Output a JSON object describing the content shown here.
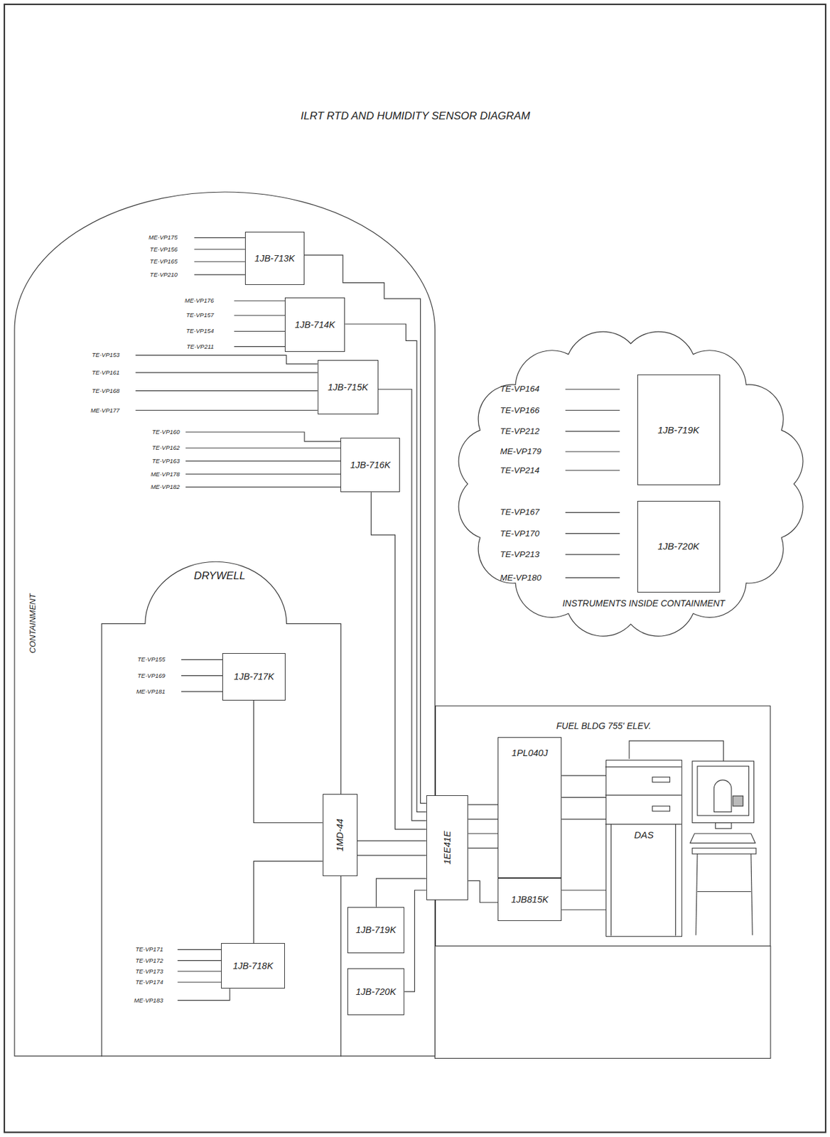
{
  "diagram": {
    "title": "ILRT RTD AND HUMIDITY SENSOR DIAGRAM",
    "nodes": [
      {
        "text": [
          "CONTAINMENT"
        ]
      },
      {
        "text": [
          "DRYWELL"
        ],
        "in": 0
      },
      {
        "text": [
          "1JB-713K"
        ],
        "in": 0
      },
      {
        "text": [
          "1JB-714K"
        ],
        "in": 0
      },
      {
        "text": [
          "1JB-715K"
        ],
        "in": 0
      },
      {
        "text": [
          "1JB-716K"
        ],
        "in": 0
      },
      {
        "text": [
          "1JB-717K"
        ],
        "in": 1
      },
      {
        "text": [
          "1JB-718K"
        ],
        "in": 1
      },
      {
        "text": [
          "1MD-44"
        ],
        "in": 0
      },
      {
        "text": [
          "1JB-719K"
        ],
        "in": 0
      },
      {
        "text": [
          "1JB-720K"
        ],
        "in": 0
      },
      {
        "text": [
          "INSTRUMENTS INSIDE CONTAINMENT"
        ]
      },
      {
        "text": [
          "1JB-719K"
        ],
        "in": 11
      },
      {
        "text": [
          "1JB-720K"
        ],
        "in": 11
      },
      {
        "text": [
          "FUEL BLDG 755' ELEV."
        ]
      },
      {
        "text": [
          "1EE41E"
        ],
        "in": 14
      },
      {
        "text": [
          "1PL040J"
        ],
        "in": 14
      },
      {
        "text": [
          "1JB815K"
        ],
        "in": 14
      },
      {
        "text": [
          "DAS"
        ],
        "in": 14
      }
    ],
    "edges": [
      {
        "from": 2,
        "to": 15,
        "arrow": "none"
      },
      {
        "from": 3,
        "to": 15,
        "arrow": "none"
      },
      {
        "from": 4,
        "to": 15,
        "arrow": "none"
      },
      {
        "from": 5,
        "to": 15,
        "arrow": "none"
      },
      {
        "from": 6,
        "to": 8,
        "arrow": "none"
      },
      {
        "from": 7,
        "to": 8,
        "arrow": "none"
      },
      {
        "from": 8,
        "to": 15,
        "arrow": "none"
      },
      {
        "from": 8,
        "to": 15,
        "arrow": "none"
      },
      {
        "from": 9,
        "to": 15,
        "arrow": "none"
      },
      {
        "from": 10,
        "to": 15,
        "arrow": "none"
      },
      {
        "from": 15,
        "to": 16,
        "arrow": "none"
      },
      {
        "from": 15,
        "to": 16,
        "arrow": "none"
      },
      {
        "from": 15,
        "to": 16,
        "arrow": "none"
      },
      {
        "from": 15,
        "to": 16,
        "arrow": "none"
      },
      {
        "from": 15,
        "to": 17,
        "arrow": "none"
      },
      {
        "from": 16,
        "to": 18,
        "arrow": "none"
      },
      {
        "from": 16,
        "to": 18,
        "arrow": "none"
      },
      {
        "from": 16,
        "to": 18,
        "arrow": "none"
      },
      {
        "from": 17,
        "to": 18,
        "arrow": "none"
      },
      {
        "from": 17,
        "to": 18,
        "arrow": "none"
      }
    ],
    "labels": [
      "ME-VP175",
      "TE-VP156",
      "TE-VP165",
      "TE-VP210",
      "ME-VP176",
      "TE-VP157",
      "TE-VP154",
      "TE-VP211",
      "TE-VP153",
      "TE-VP161",
      "TE-VP168",
      "ME-VP177",
      "TE-VP160",
      "TE-VP162",
      "TE-VP163",
      "ME-VP178",
      "ME-VP182",
      "TE-VP164",
      "TE-VP166",
      "TE-VP212",
      "ME-VP179",
      "TE-VP214",
      "TE-VP167",
      "TE-VP170",
      "TE-VP213",
      "ME-VP180",
      "TE-VP155",
      "TE-VP169",
      "ME-VP181",
      "TE-VP171",
      "TE-VP172",
      "TE-VP173",
      "TE-VP174",
      "ME-VP183"
    ]
  }
}
